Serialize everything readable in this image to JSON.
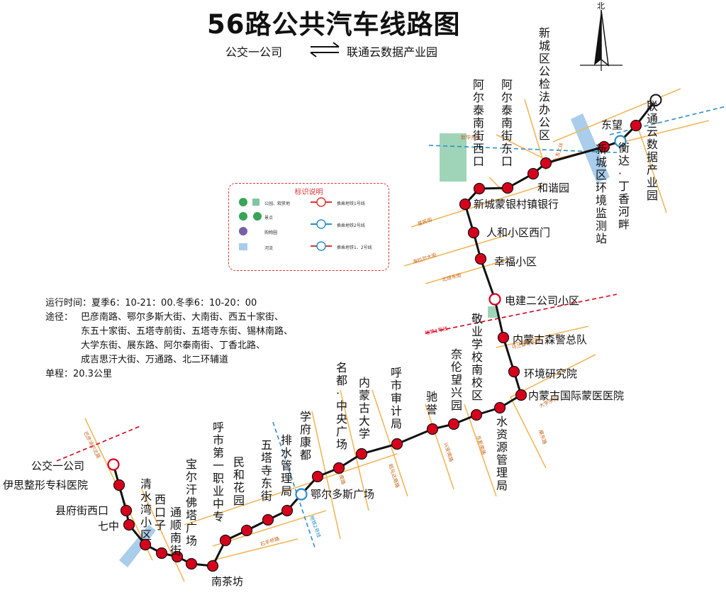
{
  "title": "56路公共汽车线路图",
  "direction": {
    "from": "公交一公司",
    "to": "联通云数据产业园",
    "arrow": "双向箭头"
  },
  "north_label": "北",
  "info": {
    "hours": "运行时间：夏季6：10-21：00.冬季6：10-20：00",
    "route_label": "途径：",
    "route_lines": [
      "巴彦南路、鄂尔多斯大街、大南街、西五十家街、",
      "东五十家街、五塔寺前街、五塔寺东街、锡林南路、",
      "大学东街、展东路、阿尔泰南街、丁香北路、",
      "成吉思汗大街、万通路、北二环辅道"
    ],
    "distance": "单程：20.3公里"
  },
  "legend": {
    "title": "标识说明",
    "items": [
      {
        "label": "公园、观赏地",
        "color": "#7fc6a0"
      },
      {
        "label": "景点",
        "color": "#3aa35a"
      },
      {
        "label": "购物圈",
        "color": "#7b5ea7"
      },
      {
        "label": "河流",
        "color": "#a9cdeb"
      },
      {
        "label": "换乘地铁1号线",
        "color": "#d33"
      },
      {
        "label": "换乘地铁2号线",
        "color": "#2a8ec8"
      },
      {
        "label": "换乘地铁1、2号线",
        "color": "#d33"
      }
    ]
  },
  "stops": [
    {
      "name": "公交一公司",
      "metro": "line1"
    },
    {
      "name": "伊思整形专科医院"
    },
    {
      "name": "县府街西口"
    },
    {
      "name": "七中"
    },
    {
      "name": "清水湾小区"
    },
    {
      "name": "西口子"
    },
    {
      "name": "通顺南街"
    },
    {
      "name": "宝尔汗佛塔广场"
    },
    {
      "name": "南茶坊"
    },
    {
      "name": "呼市第一职业中专"
    },
    {
      "name": "民和花园"
    },
    {
      "name": "五塔寺东街"
    },
    {
      "name": "排水管理局"
    },
    {
      "name": "鄂尔多斯广场",
      "metro": "line2"
    },
    {
      "name": "学府康都"
    },
    {
      "name": "名都·中央广场"
    },
    {
      "name": "内蒙古大学"
    },
    {
      "name": "呼市审计局"
    },
    {
      "name": "驰誉"
    },
    {
      "name": "奈伦望兴园"
    },
    {
      "name": "敬业学校南校区"
    },
    {
      "name": "水资源管理局"
    },
    {
      "name": "内蒙古国际蒙医医院"
    },
    {
      "name": "环境研究院"
    },
    {
      "name": "内蒙古森警总队"
    },
    {
      "name": "电建二公司小区",
      "metro": "line1"
    },
    {
      "name": "幸福小区"
    },
    {
      "name": "人和小区西门"
    },
    {
      "name": "新城蒙银村镇银行"
    },
    {
      "name": "阿尔泰南街西口"
    },
    {
      "name": "阿尔泰南街东口"
    },
    {
      "name": "和谐园"
    },
    {
      "name": "新城区公检法办公区"
    },
    {
      "name": "新城区环境监测站"
    },
    {
      "name": "衡达·丁香河畔",
      "metro": "line2"
    },
    {
      "name": "东望"
    },
    {
      "name": "联通云数据产业园",
      "terminal": true
    }
  ],
  "street_labels": [
    "巴彦淖尔北路",
    "地铁1号线",
    "地铁2号线",
    "星民街",
    "海拉尔大街",
    "北垣东街",
    "乌兰察布东路",
    "大学东街",
    "展东路",
    "东影南路",
    "兴安南路",
    "昭乌达南路",
    "呼伦南路",
    "石羊桥路",
    "东二环",
    "新华东街"
  ],
  "colors": {
    "route": "#111111",
    "stop": "#d6001c",
    "road": "#f2b65a",
    "metro1": "#d6001c",
    "metro2": "#2a8ec8",
    "river": "#a9cdeb",
    "park": "#7fc6a0"
  }
}
